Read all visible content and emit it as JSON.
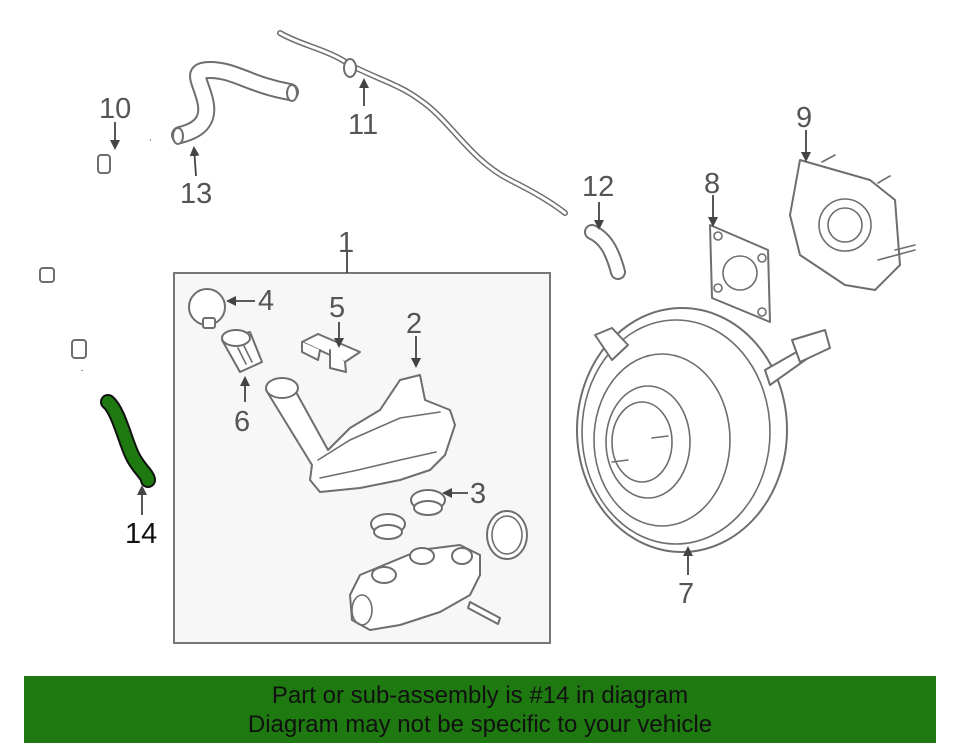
{
  "diagram": {
    "callouts": [
      "1",
      "2",
      "3",
      "4",
      "5",
      "6",
      "7",
      "8",
      "9",
      "10",
      "11",
      "12",
      "13",
      "14"
    ],
    "highlighted_part": "14",
    "highlight_color": "#1e7a10",
    "line_color": "#6e6e6e"
  },
  "banner": {
    "line1": "Part or sub-assembly is #14 in diagram",
    "line2": "Diagram may not be specific to your vehicle",
    "background": "#1e7a10"
  }
}
